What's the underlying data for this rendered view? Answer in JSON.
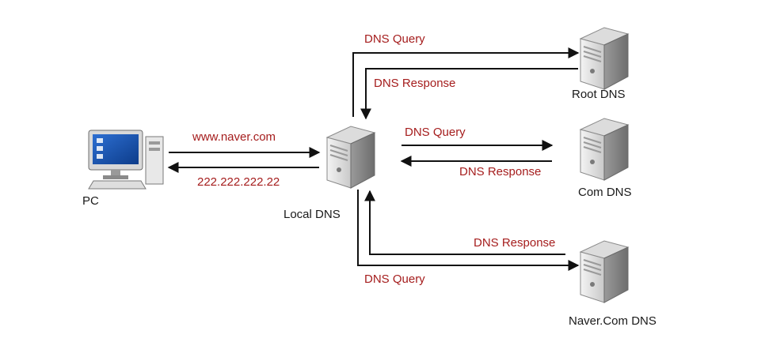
{
  "nodes": {
    "pc": {
      "label": "PC"
    },
    "local_dns": {
      "label": "Local DNS"
    },
    "root_dns": {
      "label": "Root DNS"
    },
    "com_dns": {
      "label": "Com DNS"
    },
    "naver_dns": {
      "label": "Naver.Com DNS"
    }
  },
  "edges": {
    "pc_request": "www.naver.com",
    "pc_response": "222.222.222.22",
    "root_query": "DNS Query",
    "root_response": "DNS Response",
    "com_query": "DNS Query",
    "com_response": "DNS Response",
    "naver_response": "DNS Response",
    "naver_query": "DNS Query"
  },
  "colors": {
    "edge_label": "#a51d1d",
    "node_label": "#1a1a1a",
    "arrow": "#111111"
  }
}
